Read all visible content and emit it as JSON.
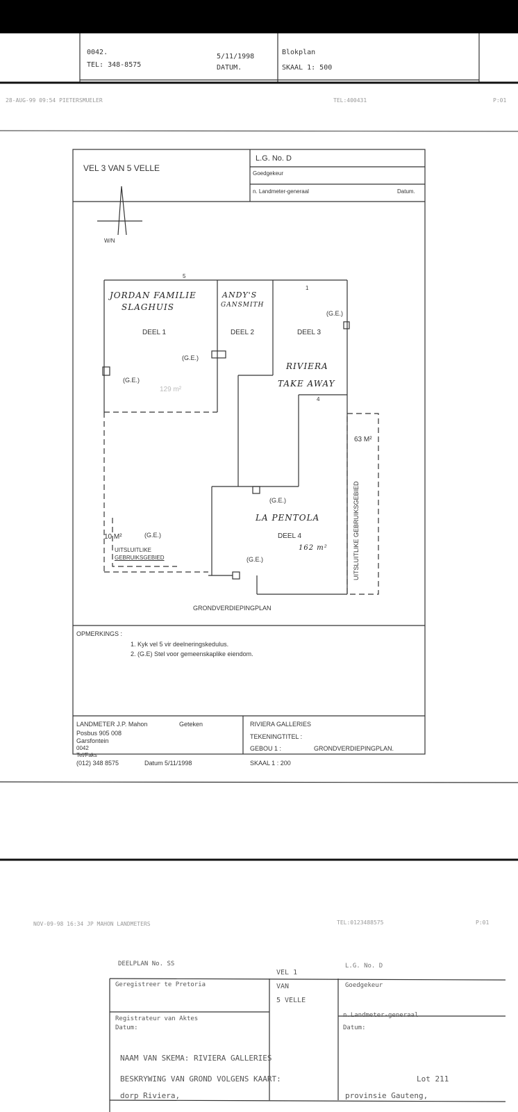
{
  "page1_fragment": {
    "postcode": "0042.",
    "tel": "TEL: 348-8575",
    "date": "5/11/1998",
    "date_label": "DATUM.",
    "title": "Blokplan",
    "scale": "SKAAL 1: 500"
  },
  "fax_header_2": {
    "left": "28-AUG-99 09:54  PIETERSMUELER",
    "right": "TEL:400431",
    "page": "P:01"
  },
  "sheet": {
    "vel": "VEL  3   VAN  5   VELLE",
    "lg_no": "L.G. No. D",
    "approved": "Goedgekeur",
    "surveyor_general": "n. Landmeter-generaal",
    "datum": "Datum."
  },
  "north_arrow": {
    "label": "W/N"
  },
  "plan": {
    "tenant1": "JORDAN FAMILIE SLAGHUIS",
    "tenant1_l1": "JORDAN FAMILIE",
    "tenant1_l2": "SLAGHUIS",
    "tenant2_l1": "ANDY'S",
    "tenant2_l2": "GANSMITH",
    "tenant3_l1": "RIVIERA",
    "tenant3_l2": "TAKE AWAY",
    "tenant4": "LA PENTOLA",
    "deel1": "DEEL 1",
    "deel2": "DEEL 2",
    "deel3": "DEEL 3",
    "deel4": "DEEL 4",
    "ge": "(G.E.)",
    "area1": "129 m²",
    "area4": "162 m²",
    "area_excl_right": "63 M²",
    "area_excl_left": "10 M²",
    "excl_right_label": "UITSLUITLIKE GEBRUIKSGEBIED",
    "excl_left_l1": "UITSLUITLIKE",
    "excl_left_l2": "GEBRUIKSGEBIED",
    "num5": "5",
    "num1": "1",
    "num4": "4",
    "plan_title": "GRONDVERDIEPINGPLAN"
  },
  "remarks": {
    "heading": "OPMERKINGS :",
    "items": [
      "1.  Kyk vel 5 vir deelneringskedulus.",
      "2.  (G.E) Stel voor gemeenskaplike eiendom."
    ]
  },
  "surveyor": {
    "name": "LANDMETER J.P. Mahon",
    "drawn": "Geteken",
    "box": "Posbus 905 008",
    "town": "Garsfontein",
    "code": "0042",
    "telfax": "Tel/Faks",
    "phone": "(012) 348 8575",
    "date": "Datum 5/11/1998"
  },
  "title_block": {
    "project": "RIVIERA GALLERIES",
    "drawing_title": "TEKENINGTITEL :",
    "building": "GEBOU 1 :",
    "building_plan": "GRONDVERDIEPINGPLAN.",
    "scale": "SKAAL 1 : 200"
  },
  "fax_header_3": {
    "left": "NOV-09-98 16:34   JP MAHON LANDMETERS",
    "right": "TEL:0123488575",
    "page": "P:01"
  },
  "sheet1": {
    "deelplan": "DEELPLAN No. SS",
    "registered": "Geregistreer te Pretoria",
    "registrar": "Registrateur van Aktes",
    "registrar_date": "Datum:",
    "vel1": "VEL   1",
    "van": "VAN",
    "velle": "5  VELLE",
    "lg_no": "L.G. No. D",
    "approved": "Goedgekeur",
    "surveyor_general": "n.Landmeter-generaal",
    "sg_date": "Datum:",
    "scheme": "NAAM VAN SKEMA:  RIVIERA GALLERIES",
    "description": "BESKRYWING VAN GROND VOLGENS KAART:",
    "lot": "Lot 211",
    "town": "dorp Riviera,",
    "province": "provinsie Gauteng,"
  }
}
